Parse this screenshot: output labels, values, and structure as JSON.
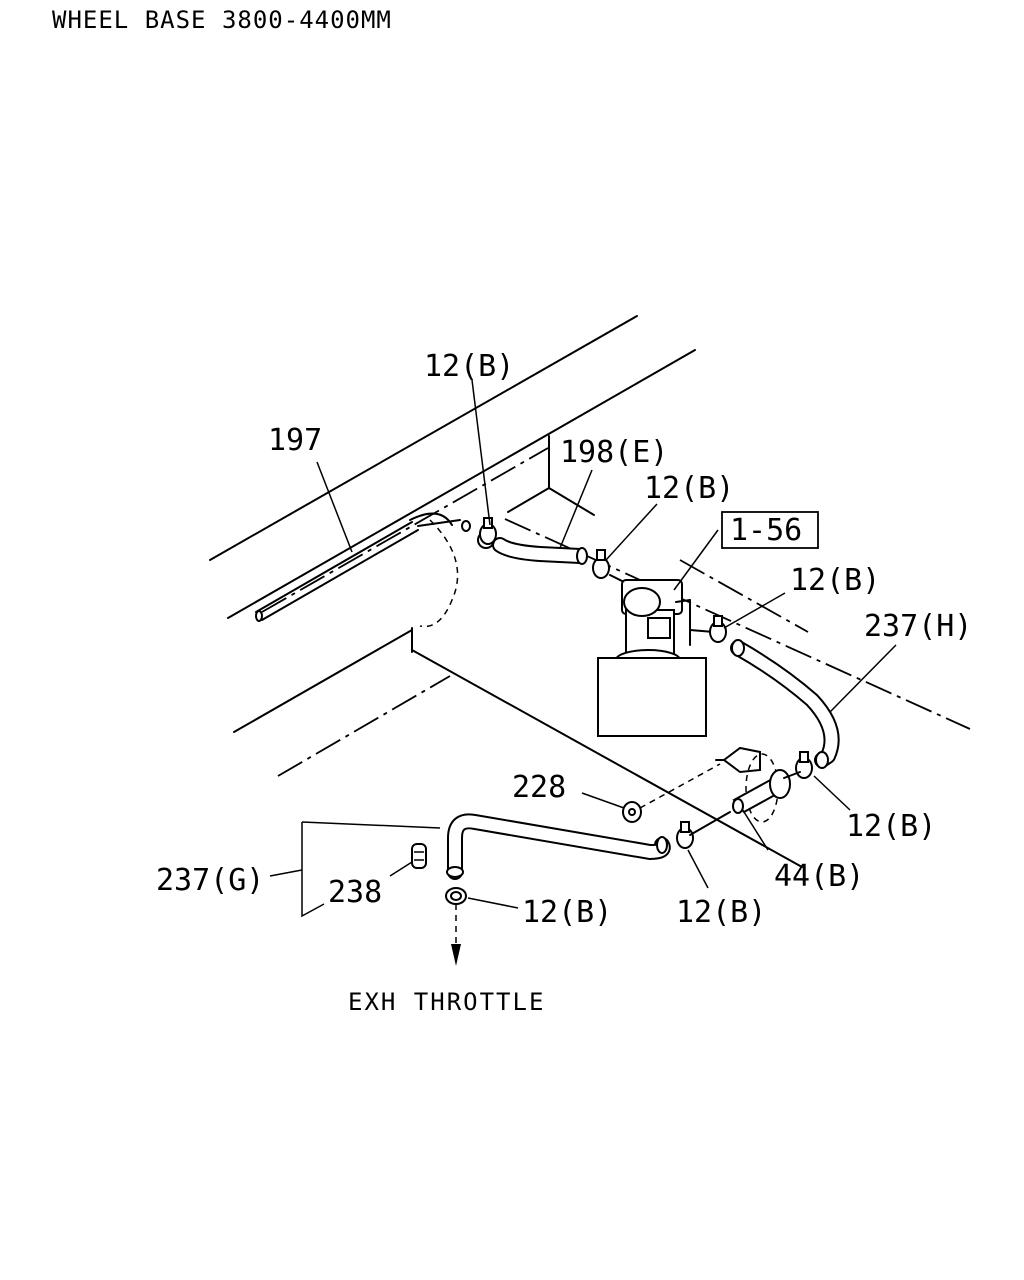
{
  "header": {
    "title": "WHEEL BASE 3800-4400MM"
  },
  "callouts": {
    "c197": "197",
    "c12b_top": "12(B)",
    "c198e": "198(E)",
    "c12b_mid": "12(B)",
    "c1_56": "1-56",
    "c12b_right": "12(B)",
    "c237h": "237(H)",
    "c228": "228",
    "c12b_lower_right": "12(B)",
    "c44b": "44(B)",
    "c237g": "237(G)",
    "c238": "238",
    "c12b_bottom_left": "12(B)",
    "c12b_bottom_mid": "12(B)"
  },
  "footer": {
    "direction_label": "EXH THROTTLE"
  },
  "icons": {
    "direction_arrow": "arrow-down-icon"
  }
}
